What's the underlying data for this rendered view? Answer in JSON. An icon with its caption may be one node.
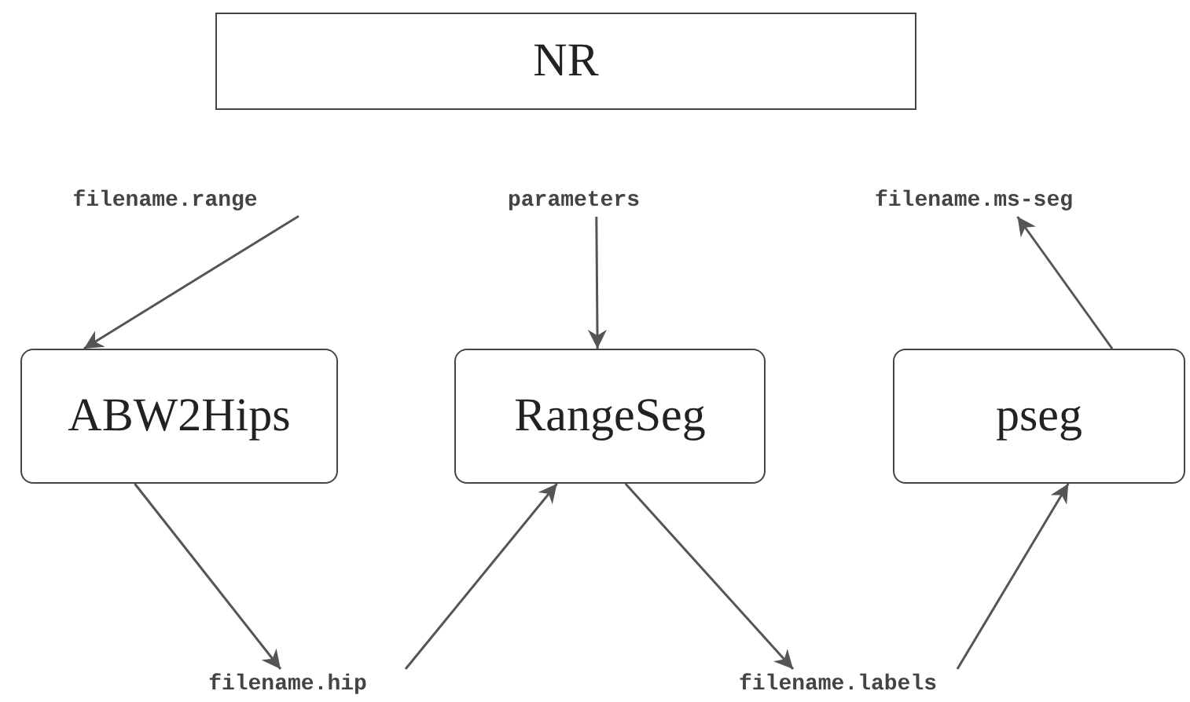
{
  "diagram": {
    "nodes": [
      {
        "text": [
          "NR"
        ]
      },
      {
        "text": [
          "filename.range"
        ]
      },
      {
        "text": [
          "parameters"
        ]
      },
      {
        "text": [
          "filename.ms-seg"
        ]
      },
      {
        "text": [
          "ABW2Hips"
        ]
      },
      {
        "text": [
          "RangeSeg"
        ]
      },
      {
        "text": [
          "pseg"
        ]
      },
      {
        "text": [
          "filename.hip"
        ]
      },
      {
        "text": [
          "filename.labels"
        ]
      }
    ],
    "edges": [
      {
        "from": 1,
        "to": 4,
        "arrow": "to"
      },
      {
        "from": 2,
        "to": 5,
        "arrow": "to"
      },
      {
        "from": 6,
        "to": 3,
        "arrow": "to"
      },
      {
        "from": 4,
        "to": 7,
        "arrow": "to"
      },
      {
        "from": 7,
        "to": 5,
        "arrow": "to"
      },
      {
        "from": 5,
        "to": 8,
        "arrow": "to"
      },
      {
        "from": 8,
        "to": 6,
        "arrow": "to"
      }
    ]
  }
}
